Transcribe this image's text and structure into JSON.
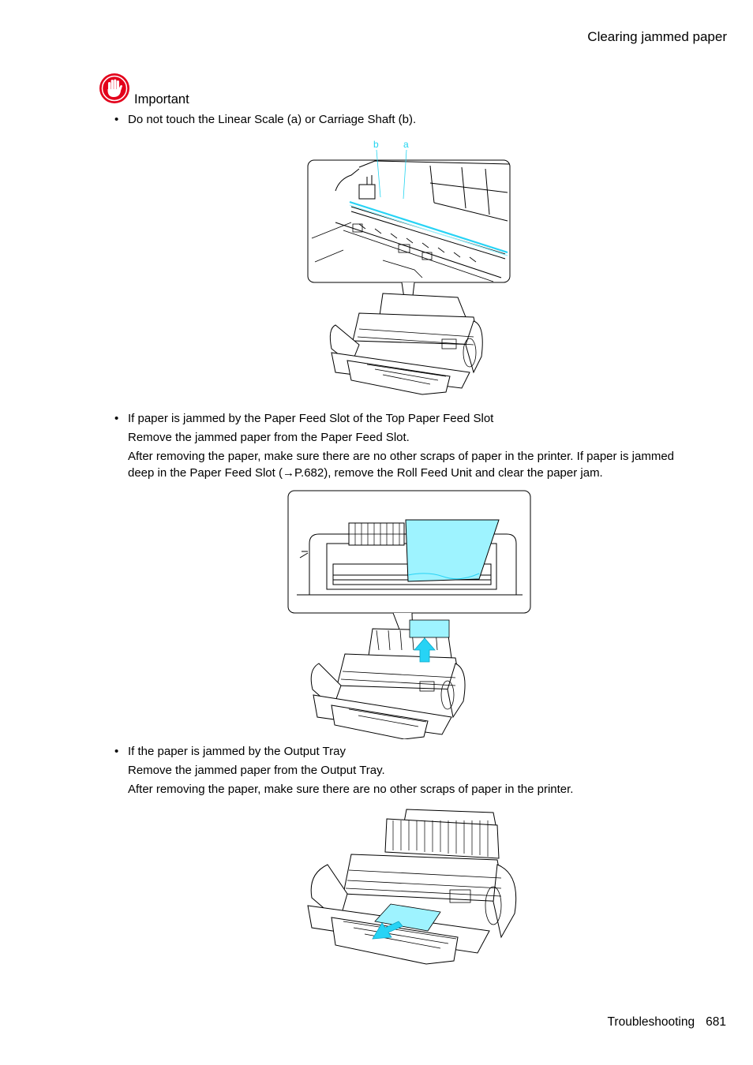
{
  "header": {
    "title": "Clearing jammed paper"
  },
  "important": {
    "icon": "stop-hand-icon",
    "label": "Important",
    "color": "#e3001b"
  },
  "bullets": [
    {
      "text": "Do not touch the Linear Scale (a) or Carriage Shaft (b)."
    },
    {
      "text": "If paper is jammed by the Paper Feed Slot of the Top Paper Feed Slot",
      "line1": "Remove the jammed paper from the Paper Feed Slot.",
      "line2": "After removing the paper, make sure there are no other scraps of paper in the printer.  If paper is jammed deep in the Paper Feed Slot (→P.682), remove the Roll Feed Unit and clear the paper jam."
    },
    {
      "text": "If the paper is jammed by the Output Tray",
      "line1": "Remove the jammed paper from the Output Tray.",
      "line2": "After removing the paper, make sure there are no other scraps of paper in the printer."
    }
  ],
  "figure1": {
    "label_a": "a",
    "label_b": "b"
  },
  "colors": {
    "highlight": "#9ef3ff",
    "arrow": "#27d3f5",
    "label": "#22d4f0"
  },
  "footer": {
    "section": "Troubleshooting",
    "page": "681"
  }
}
